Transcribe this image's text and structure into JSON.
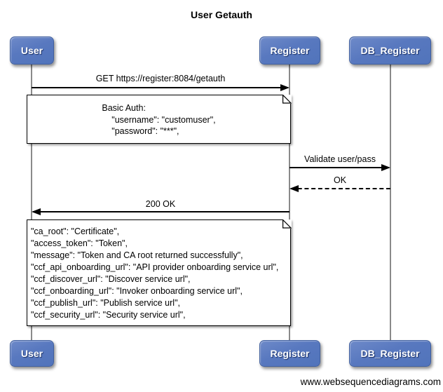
{
  "diagram": {
    "title": "User Getauth",
    "watermark": "www.websequencediagrams.com",
    "type": "sequence-diagram"
  },
  "actors": [
    {
      "name": "User"
    },
    {
      "name": "Register"
    },
    {
      "name": "DB_Register"
    }
  ],
  "messages": [
    {
      "label": "GET https://register:8084/getauth",
      "from": "User",
      "to": "Register",
      "style": "solid"
    },
    {
      "label": "Validate user/pass",
      "from": "Register",
      "to": "DB_Register",
      "style": "solid"
    },
    {
      "label": "OK",
      "from": "DB_Register",
      "to": "Register",
      "style": "dashed"
    },
    {
      "label": "200 OK",
      "from": "Register",
      "to": "User",
      "style": "solid"
    }
  ],
  "notes": [
    {
      "over": "User,Register",
      "lines": [
        "Basic Auth:",
        "    \"username\": \"customuser\",",
        "    \"password\": \"***\","
      ]
    },
    {
      "over": "User,Register",
      "lines": [
        "\"ca_root\": \"Certificate\",",
        "\"access_token\": \"Token\",",
        "\"message\": \"Token and CA root returned successfully\",",
        "\"ccf_api_onboarding_url\": \"API provider onboarding service url\",",
        "\"ccf_discover_url\": \"Discover service url\",",
        "\"ccf_onboarding_url\": \"Invoker onboarding service url\",",
        "\"ccf_publish_url\": \"Publish service url\",",
        "\"ccf_security_url\": \"Security service url\","
      ]
    }
  ],
  "colors": {
    "actor_fill": "#5878bf",
    "actor_border": "#41609f",
    "actor_text": "#ffffff",
    "note_fill": "#ffffff",
    "line": "#000000",
    "lifeline": "#8a8a8a",
    "background": "#ffffff"
  }
}
